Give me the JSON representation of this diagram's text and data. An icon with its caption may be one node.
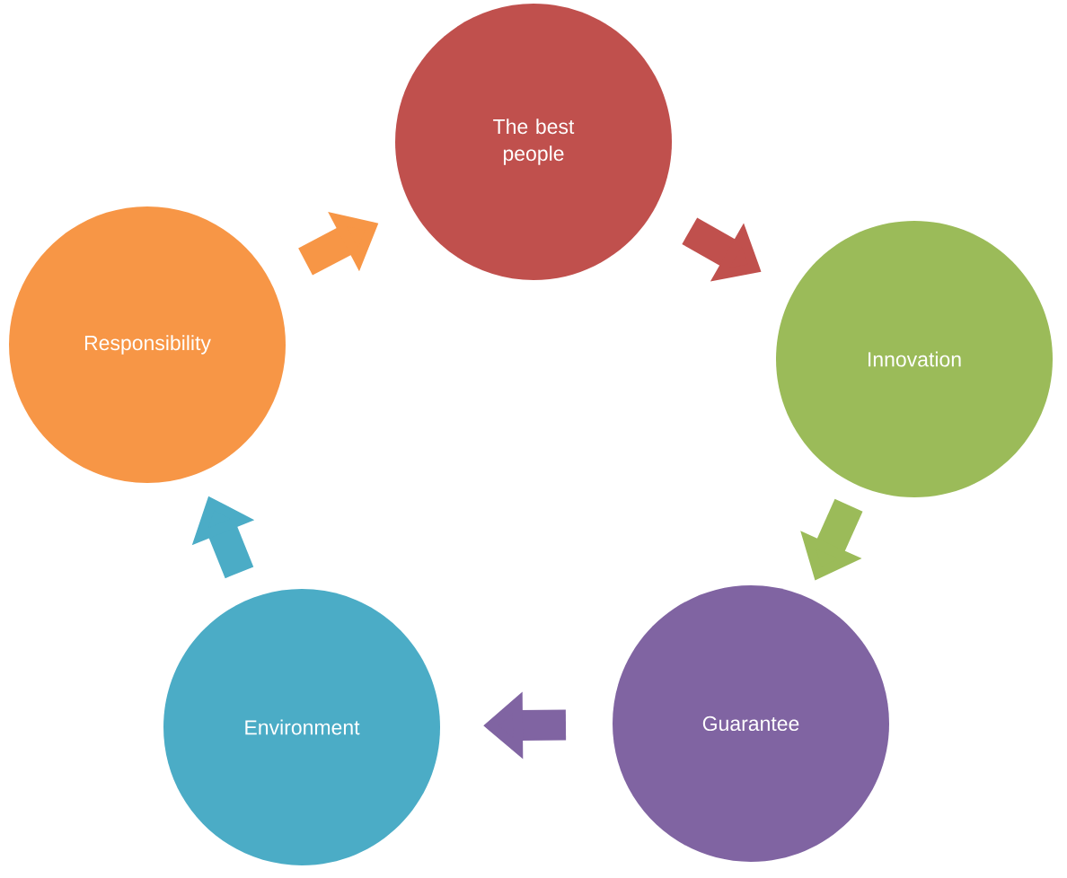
{
  "diagram": {
    "nodes": [
      {
        "text": [
          "The best people"
        ]
      },
      {
        "text": [
          "Innovation"
        ]
      },
      {
        "text": [
          "Guarantee"
        ]
      },
      {
        "text": [
          "Environment"
        ]
      },
      {
        "text": [
          "Responsibility"
        ]
      }
    ],
    "edges": [
      {
        "from": 0,
        "to": 1,
        "arrow": "to",
        "color": "#c0504d"
      },
      {
        "from": 1,
        "to": 2,
        "arrow": "to",
        "color": "#9bbb59"
      },
      {
        "from": 2,
        "to": 3,
        "arrow": "to",
        "color": "#8064a2"
      },
      {
        "from": 3,
        "to": 4,
        "arrow": "to",
        "color": "#4bacc6"
      },
      {
        "from": 4,
        "to": 0,
        "arrow": "to",
        "color": "#f79646"
      }
    ]
  }
}
